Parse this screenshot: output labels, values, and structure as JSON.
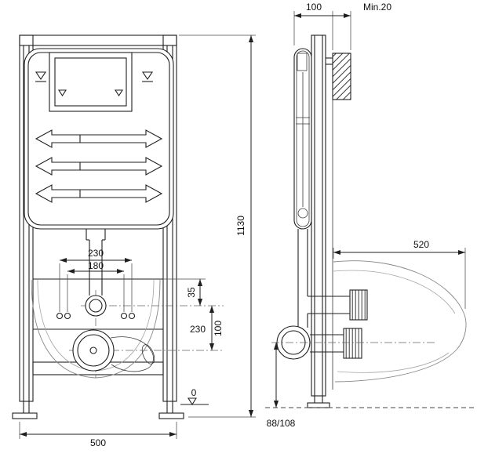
{
  "front_view": {
    "dim_width": "500",
    "dim_height": "1130",
    "dim_bolt_outer": "230",
    "dim_bolt_inner": "180",
    "dim_offset_35": "35",
    "dim_offset_100": "100",
    "dim_height_230": "230",
    "level_zero": "0"
  },
  "side_view": {
    "dim_depth": "100",
    "dim_wall_min": "Min.20",
    "dim_bowl_depth": "520",
    "dim_outlet_height": "88/108"
  }
}
